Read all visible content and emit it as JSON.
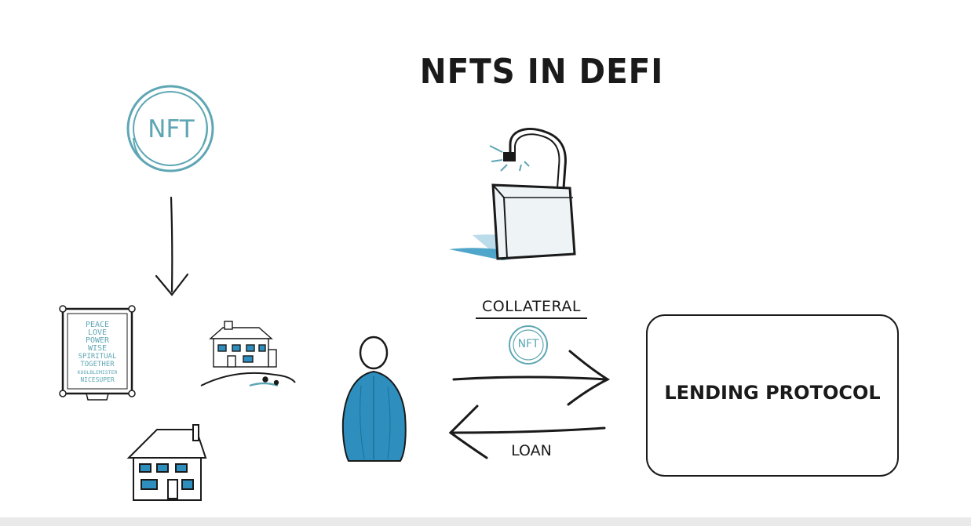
{
  "title": "NFTS IN DEFI",
  "nft_coin": {
    "label": "NFT"
  },
  "collateral": {
    "label": "COLLATERAL",
    "coin_label": "NFT"
  },
  "loan": {
    "label": "LOAN"
  },
  "lending_protocol": {
    "label": "LENDING PROTOCOL"
  },
  "artwork_words": [
    "PEACE",
    "LOVE",
    "POWER",
    "WISE",
    "SPIRITUAL",
    "TOGETHER",
    "KOOLBLEMISTER",
    "NICESUPER"
  ],
  "colors": {
    "accent": "#5fa6b4",
    "person_fill": "#2e8fbf",
    "ink": "#1a1a1a",
    "lock_body": "#eef4f6",
    "shadow": "#3d9cc4"
  },
  "icons": [
    "nft-coin-icon",
    "down-arrow-icon",
    "framed-artwork-icon",
    "house-on-hill-icon",
    "house-icon",
    "person-icon",
    "padlock-open-icon",
    "right-arrow-icon",
    "left-arrow-icon"
  ]
}
